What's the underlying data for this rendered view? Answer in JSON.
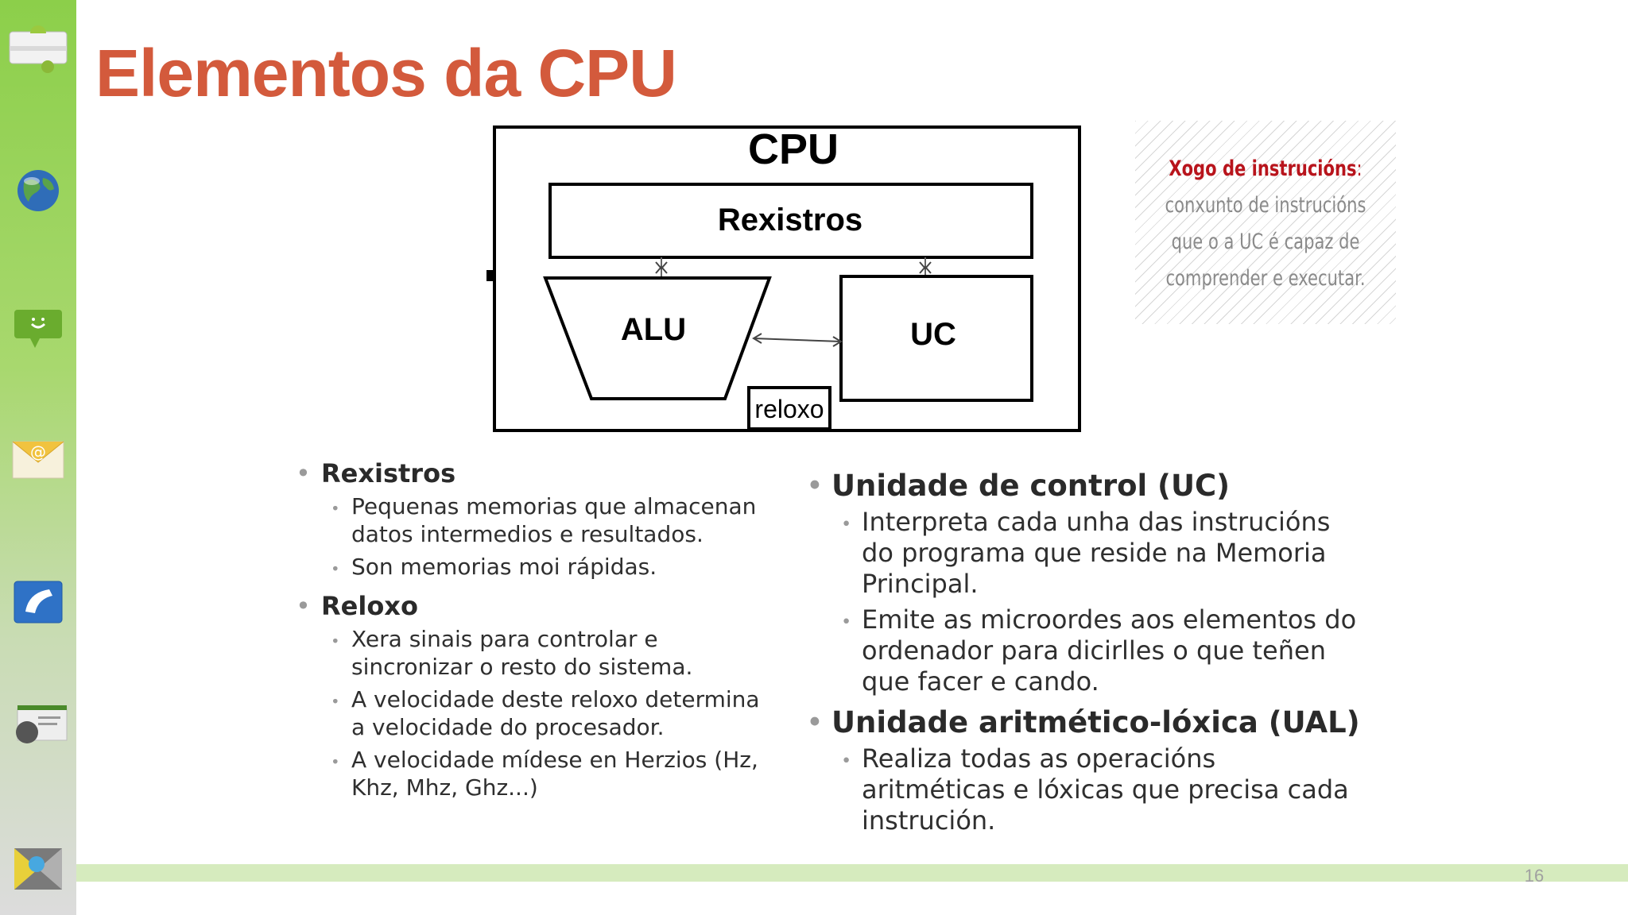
{
  "slide": {
    "title": "Elementos da CPU",
    "number": "16"
  },
  "sidebar": {
    "icons": [
      "android-market-icon",
      "globe-icon",
      "chat-bubble-icon",
      "email-icon",
      "phone-icon",
      "android-phone-icon",
      "gallery-icon"
    ]
  },
  "diagram": {
    "cpu_label": "CPU",
    "registers_label": "Rexistros",
    "alu_label": "ALU",
    "uc_label": "UC",
    "clock_label": "reloxo"
  },
  "definition": {
    "term": "Xogo de instrucións",
    "colon": ":",
    "line1": "conxunto de instrucións",
    "line2": "que o a UC é capaz de",
    "line3": "comprender e executar."
  },
  "left_column": {
    "rexistros": {
      "heading": "Rexistros",
      "items": [
        "Pequenas memorias que almacenan datos intermedios e resultados.",
        "Son memorias moi rápidas."
      ]
    },
    "reloxo": {
      "heading": "Reloxo",
      "items": [
        "Xera sinais para controlar e sincronizar o resto do sistema.",
        "A velocidade deste reloxo determina a velocidade do procesador.",
        "A velocidade mídese en Herzios (Hz, Khz, Mhz, Ghz...)"
      ]
    }
  },
  "right_column": {
    "uc": {
      "heading": "Unidade de control (UC)",
      "items": [
        "Interpreta cada unha das instrucións do programa que reside na Memoria Principal.",
        "Emite as microordes aos elementos do ordenador para dicirlles o que teñen que facer e cando."
      ]
    },
    "ual": {
      "heading": "Unidade aritmético-lóxica (UAL)",
      "items": [
        "Realiza todas as operacións aritméticas e lóxicas que precisa cada instrución."
      ]
    }
  },
  "colors": {
    "title": "#d35a3c",
    "definition_term": "#b8141c",
    "sidebar_green": "#8ccf4a",
    "bottom_band": "#d6ebbe"
  }
}
